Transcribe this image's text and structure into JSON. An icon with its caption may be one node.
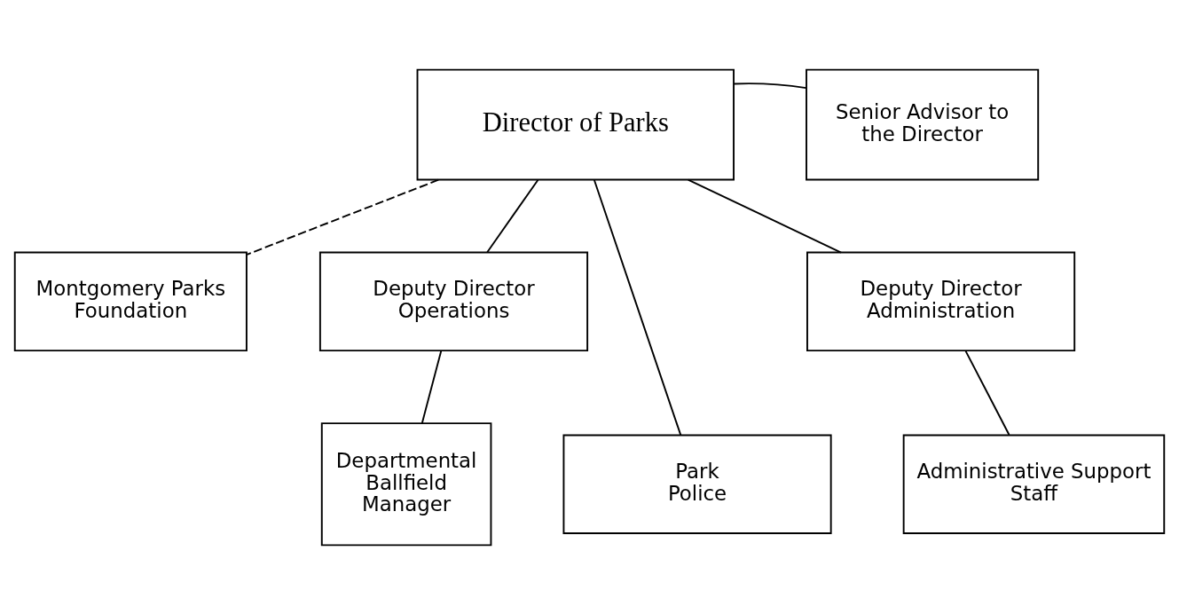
{
  "diagram": {
    "nodes": [
      {
        "text": [
          "Director of Parks"
        ]
      },
      {
        "text": [
          "Senior Advisor to the Director"
        ]
      },
      {
        "text": [
          "Montgomery Parks Foundation"
        ]
      },
      {
        "text": [
          "Deputy Director Operations"
        ]
      },
      {
        "text": [
          "Deputy Director Administration"
        ]
      },
      {
        "text": [
          "Departmental Ballfield Manager"
        ]
      },
      {
        "text": [
          "Park Police"
        ]
      },
      {
        "text": [
          "Administrative Support Staff"
        ]
      }
    ],
    "edges": [
      {
        "from": 0,
        "to": 1,
        "arrow": "none"
      },
      {
        "from": 0,
        "to": 2,
        "arrow": "none",
        "style": "dashed"
      },
      {
        "from": 0,
        "to": 3,
        "arrow": "none"
      },
      {
        "from": 0,
        "to": 4,
        "arrow": "none"
      },
      {
        "from": 0,
        "to": 6,
        "arrow": "none"
      },
      {
        "from": 3,
        "to": 5,
        "arrow": "none"
      },
      {
        "from": 4,
        "to": 7,
        "arrow": "none"
      }
    ]
  }
}
